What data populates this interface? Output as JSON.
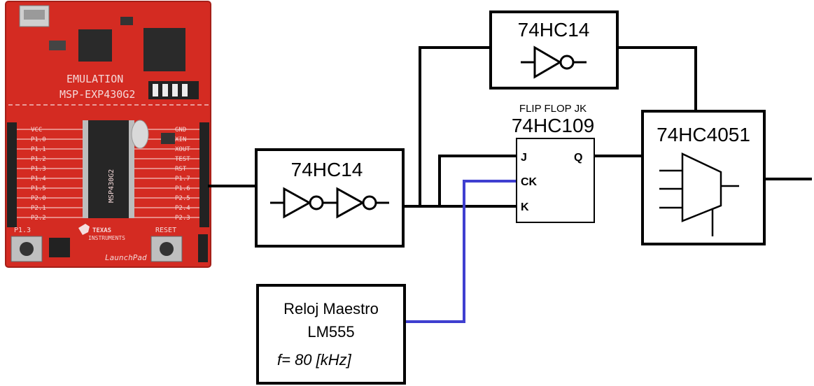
{
  "board": {
    "emulation_label": "EMULATION",
    "model_label": "MSP-EXP430G2",
    "brand_top": "TEXAS",
    "brand_bottom": "INSTRUMENTS",
    "product": "LaunchPad",
    "reset_label": "RESET",
    "p13_label": "P1.3",
    "pin_labels_left": [
      "VCC",
      "P1.0",
      "P1.1",
      "P1.2",
      "P1.3",
      "P1.4",
      "P1.5",
      "P2.0",
      "P2.1",
      "P2.2"
    ],
    "pin_labels_right": [
      "GND",
      "XIN",
      "XOUT",
      "TEST",
      "RST",
      "P1.7",
      "P1.6",
      "P2.5",
      "P2.4",
      "P2.3"
    ],
    "color_board": "#d42b22",
    "color_dark": "#8a1812"
  },
  "blocks": {
    "schmitt_main": {
      "title": "74HC14"
    },
    "schmitt_feedback": {
      "title": "74HC14"
    },
    "flipflop": {
      "caption_top": "FLIP FLOP JK",
      "title": "74HC109",
      "pin_j": "J",
      "pin_ck": "CK",
      "pin_k": "K",
      "pin_q": "Q"
    },
    "mux": {
      "title": "74HC4051"
    },
    "clock": {
      "line1": "Reloj Maestro",
      "line2": "LM555",
      "freq": "f= 80 [kHz]"
    }
  },
  "colors": {
    "wire": "#000000",
    "clock_wire": "#3f3fd0"
  }
}
